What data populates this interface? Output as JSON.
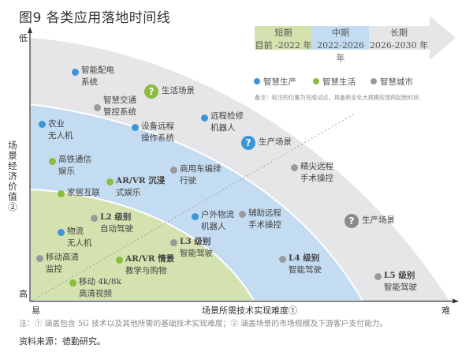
{
  "title": "图9 各类应用落地时间线",
  "colors": {
    "short_term": "#d3e2ae",
    "mid_term": "#c3dcf1",
    "long_term": "#e6e6e8",
    "smart_production": "#3a96d8",
    "smart_life": "#8bbd3e",
    "smart_city": "#9a9a9c"
  },
  "timeline": {
    "phases": [
      {
        "name": "短期",
        "period": "目前 -2022 年"
      },
      {
        "name": "中期",
        "period": "2022-2026 年"
      },
      {
        "name": "长期",
        "period": "2026-2030 年"
      }
    ]
  },
  "legend": [
    {
      "label": "智慧生产",
      "category": "smart_production"
    },
    {
      "label": "智慧生活",
      "category": "smart_life"
    },
    {
      "label": "智慧城市",
      "category": "smart_city"
    }
  ],
  "remark": "备注：标注的位置为完成试点，具备商业化大规模应用的起始时间",
  "axes": {
    "y_label": "场景经济价值②",
    "y_top": "低",
    "y_bottom": "高",
    "x_label": "场景所需技术实现难度①",
    "x_left": "易",
    "x_right": "难"
  },
  "items": [
    {
      "line1": "智能配电",
      "line2": "系统",
      "category": "smart_production",
      "zone": "long_term"
    },
    {
      "line1": "生活场景",
      "line2": "",
      "category": "smart_life",
      "zone": "long_term",
      "marker": "question"
    },
    {
      "line1": "智慧交通",
      "line2": "管控系统",
      "category": "smart_city",
      "zone": "long_term"
    },
    {
      "line1": "远程检修",
      "line2": "机器人",
      "category": "smart_production",
      "zone": "long_term"
    },
    {
      "line1": "生产场景",
      "line2": "",
      "category": "smart_production",
      "zone": "long_term",
      "marker": "question"
    },
    {
      "line1": "精尖远程",
      "line2": "手术操控",
      "category": "smart_city",
      "zone": "long_term"
    },
    {
      "line1": "生产场景",
      "line2": "",
      "category": "smart_city",
      "zone": "long_term",
      "marker": "question"
    },
    {
      "line1": "L5 级别",
      "line2": "智能驾驶",
      "category": "smart_city",
      "zone": "long_term"
    },
    {
      "line1": "农业",
      "line2": "无人机",
      "category": "smart_production",
      "zone": "mid_term"
    },
    {
      "line1": "设备远程",
      "line2": "操作系统",
      "category": "smart_production",
      "zone": "mid_term"
    },
    {
      "line1": "高铁通信",
      "line2": "娱乐",
      "category": "smart_life",
      "zone": "mid_term"
    },
    {
      "line1": "AR/VR 沉浸",
      "line2": "式娱乐",
      "category": "smart_life",
      "zone": "mid_term"
    },
    {
      "line1": "商用车编排",
      "line2": "行驶",
      "category": "smart_city",
      "zone": "mid_term"
    },
    {
      "line1": "户外物流",
      "line2": "机器人",
      "category": "smart_production",
      "zone": "mid_term"
    },
    {
      "line1": "辅助远程",
      "line2": "手术操控",
      "category": "smart_city",
      "zone": "mid_term"
    },
    {
      "line1": "L4 级别",
      "line2": "智能驾驶",
      "category": "smart_city",
      "zone": "mid_term"
    },
    {
      "line1": "家居互联",
      "line2": "",
      "category": "smart_life",
      "zone": "short_term"
    },
    {
      "line1": "L2 级别",
      "line2": "自动驾驶",
      "category": "smart_city",
      "zone": "short_term"
    },
    {
      "line1": "物流",
      "line2": "无人机",
      "category": "smart_production",
      "zone": "short_term"
    },
    {
      "line1": "L3 级别",
      "line2": "智能驾驶",
      "category": "smart_city",
      "zone": "short_term"
    },
    {
      "line1": "移动高清",
      "line2": "监控",
      "category": "smart_city",
      "zone": "short_term"
    },
    {
      "line1": "AR/VR 情景",
      "line2": "教学与购物",
      "category": "smart_life",
      "zone": "short_term"
    },
    {
      "line1": "移动 4k/8k",
      "line2": "高清视频",
      "category": "smart_life",
      "zone": "short_term"
    }
  ],
  "footnote": "注：① 涵盖包含 5G 技术以及其他所需的基础技术实现难度；② 涵盖场景的市场规模及下游客户支付能力。",
  "source": "资料来源：德勤研究。"
}
